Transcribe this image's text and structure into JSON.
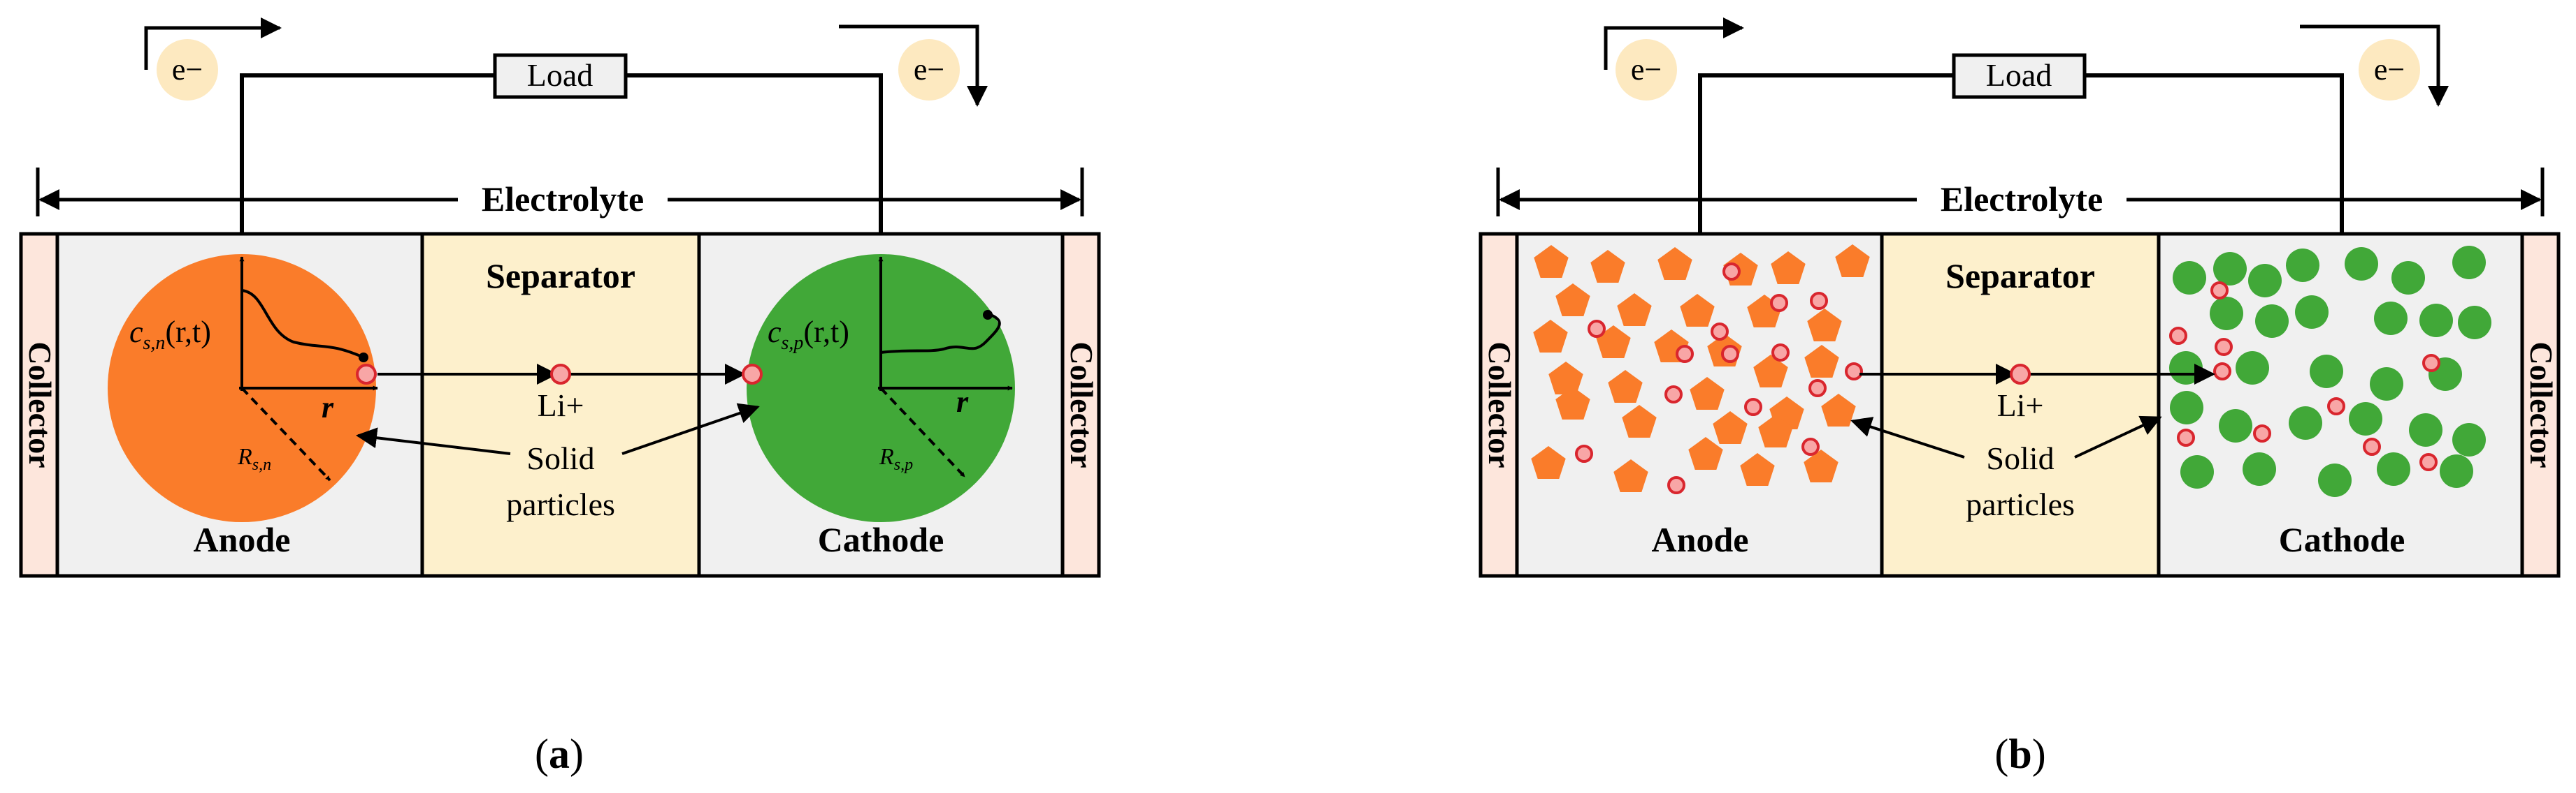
{
  "colors": {
    "cell_fill": "#f0f0f0",
    "separator_fill": "#fdf0cc",
    "collector_fill": "#fde6dc",
    "anode_orange": "#fa7c2a",
    "cathode_green": "#41a838",
    "ion_fill": "#f8a6a6",
    "ion_stroke": "#d9262e",
    "electron_badge": "#fde9c0",
    "load_fill": "#f0f0f0",
    "stroke": "#000000"
  },
  "panels": [
    {
      "caption_letter": "a",
      "load": "Load",
      "electron": "e−",
      "electrolyte": "Electrolyte",
      "collector_left": "Collector",
      "collector_right": "Collector",
      "separator": "Separator",
      "anode": "Anode",
      "cathode": "Cathode",
      "li_ion": "Li+",
      "solid": "Solid",
      "particles": "particles",
      "anode_conc": "cₛ,ₙ(r,t)",
      "anode_conc_main": "c",
      "anode_conc_sub": "s,n",
      "conc_args": "(r,t)",
      "cathode_conc_main": "c",
      "cathode_conc_sub": "s,p",
      "radius_var": "r",
      "anode_radius_main": "R",
      "anode_radius_sub": "s,n",
      "cathode_radius_main": "R",
      "cathode_radius_sub": "s,p"
    },
    {
      "caption_letter": "b",
      "load": "Load",
      "electron": "e−",
      "electrolyte": "Electrolyte",
      "collector_left": "Collector",
      "collector_right": "Collector",
      "separator": "Separator",
      "anode": "Anode",
      "cathode": "Cathode",
      "li_ion": "Li+",
      "solid": "Solid",
      "particles": "particles"
    }
  ],
  "caption_open": "(",
  "caption_close": ")"
}
